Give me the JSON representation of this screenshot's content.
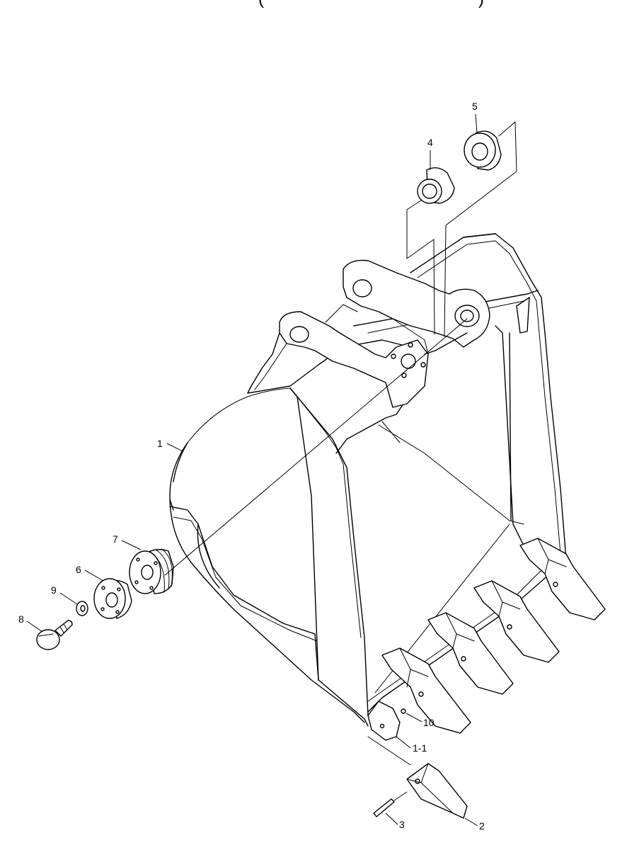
{
  "header": {
    "left_paren": "(",
    "right_paren": ")"
  },
  "callouts": {
    "c1": "1",
    "c1_1": "1-1",
    "c2": "2",
    "c3": "3",
    "c4": "4",
    "c5": "5",
    "c6": "6",
    "c7": "7",
    "c8": "8",
    "c9": "9",
    "c10": "10"
  }
}
